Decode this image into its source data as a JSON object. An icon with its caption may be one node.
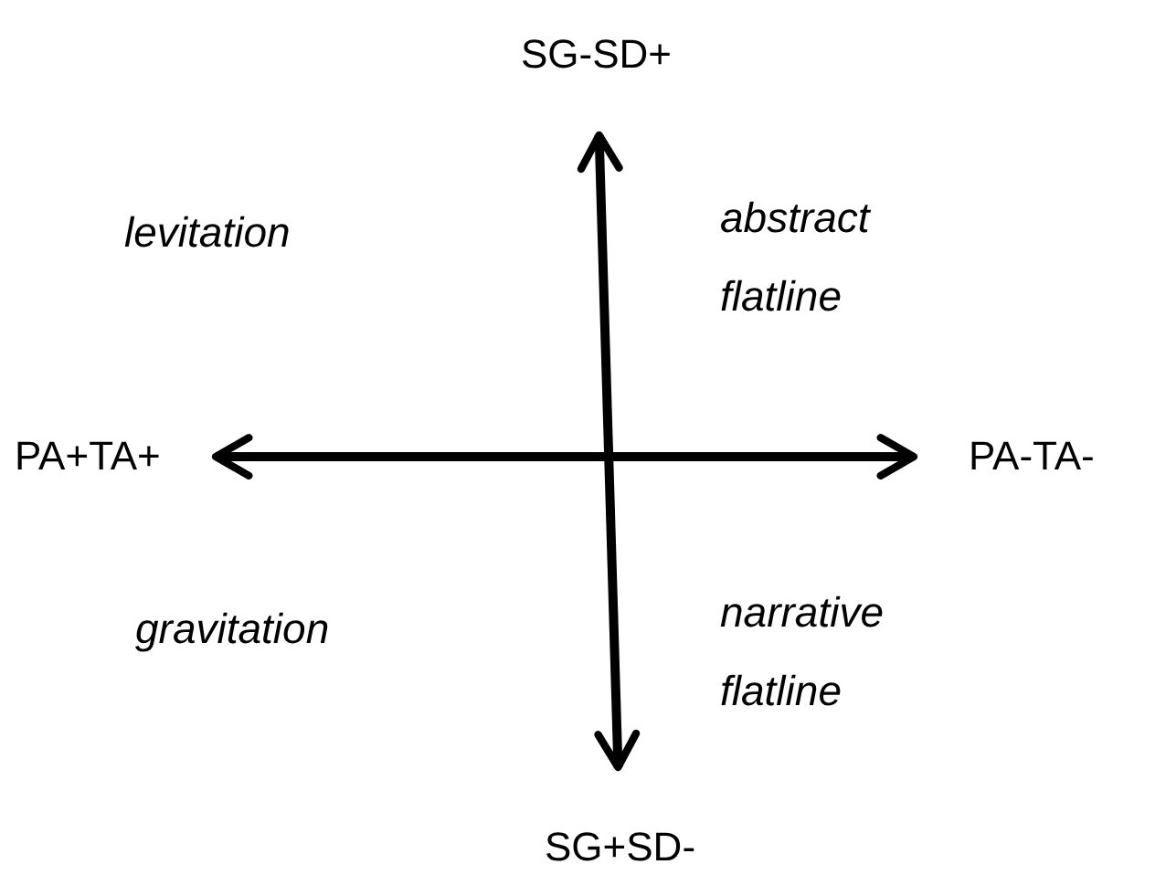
{
  "diagram": {
    "nodes": [
      {
        "text": [
          "SG-SD+"
        ]
      },
      {
        "text": [
          "PA+TA+"
        ]
      },
      {
        "text": [
          "PA-TA-"
        ]
      },
      {
        "text": [
          "SG+SD-"
        ]
      }
    ],
    "edges": [
      {
        "from": 0,
        "to": 3,
        "arrow": "both"
      },
      {
        "from": 1,
        "to": 2,
        "arrow": "both"
      }
    ],
    "labels": [
      "levitation",
      "abstract flatline",
      "gravitation",
      "narrative flatline"
    ]
  }
}
